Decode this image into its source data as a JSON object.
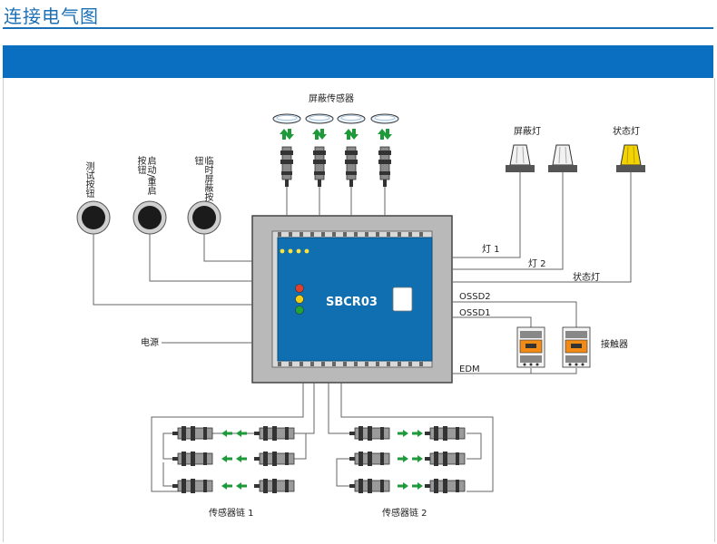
{
  "header": {
    "title": "连接电气图"
  },
  "diagram": {
    "shield_sensors_label": "屏蔽传感器",
    "shield_light_label": "屏蔽灯",
    "status_light_label": "状态灯",
    "buttons": [
      {
        "label": "测试按钮"
      },
      {
        "label": "启动/重启按钮"
      },
      {
        "label": "临时屏蔽按钮"
      }
    ],
    "controller_label": "SBCR03",
    "power_label": "电源",
    "lamp1_label": "灯 1",
    "lamp2_label": "灯 2",
    "status_lamp_label": "状态灯",
    "ossd2_label": "OSSD2",
    "ossd1_label": "OSSD1",
    "edm_label": "EDM",
    "contactor_label": "接触器",
    "chain1_label": "传感器链 1",
    "chain2_label": "传感器链 2",
    "colors": {
      "brand_blue": "#0a6fc1",
      "controller_blue": "#0f6fb0",
      "led_red": "#e0412f",
      "led_yellow": "#f3d018",
      "led_green": "#1fa33a",
      "status_lamp": "#f4d400",
      "arrow_green": "#1e9a3a"
    }
  }
}
